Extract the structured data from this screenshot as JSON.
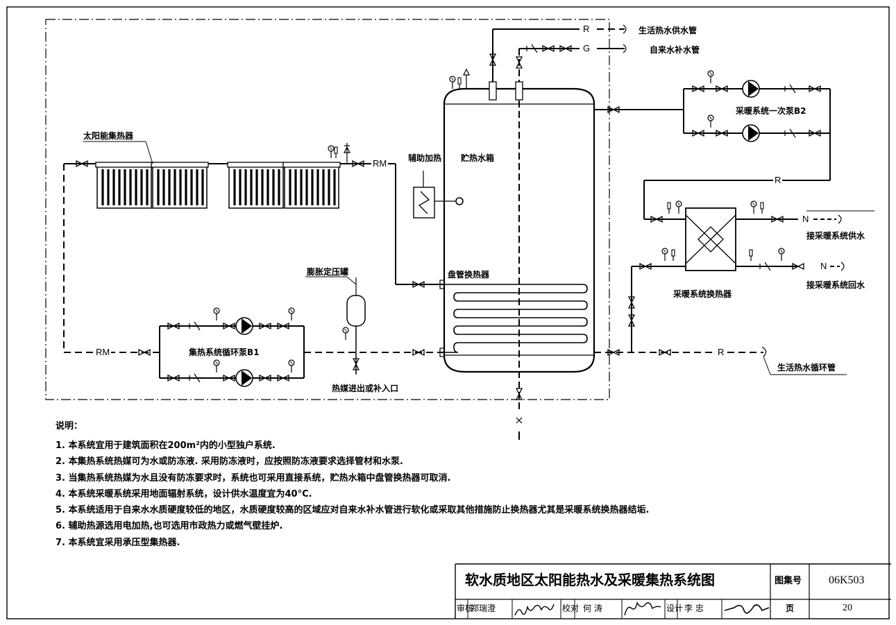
{
  "labels": {
    "solar_collector": "太阳能集热器",
    "aux_heating": "辅助加热",
    "storage_tank": "贮热水箱",
    "coil_exchanger": "盘管换热器",
    "expansion_tank": "膨胀定压罐",
    "collector_pump": "集热系统循环泵B1",
    "heat_medium_port": "热媒进出或补入口",
    "heating_primary_pump": "采暖系统一次泵B2",
    "heating_exchanger": "采暖系统换热器",
    "dhw_supply": "生活热水供水管",
    "tap_makeup": "自来水补水管",
    "heating_supply": "接采暖系统供水",
    "heating_return": "接采暖系统回水",
    "dhw_circ": "生活热水循环管"
  },
  "codes": {
    "rm": "RM",
    "r": "R",
    "g": "G",
    "n": "N"
  },
  "notes": {
    "title": "说明：",
    "items": [
      "1. 本系统宜用于建筑面积在200m²内的小型独户系统.",
      "2. 本集热系统热媒可为水或防冻液. 采用防冻液时，应按照防冻液要求选择管材和水泵.",
      "3. 当集热系统热媒为水且没有防冻要求时，系统也可采用直接系统，贮热水箱中盘管换热器可取消.",
      "4. 本系统采暖系统采用地面辐射系统，设计供水温度宜为40°C.",
      "5. 本系统适用于自来水水质硬度较低的地区，水质硬度较高的区域应对自来水补水管进行软化或采取其他措施防止换热器尤其是采暖系统换热器结垢.",
      "6. 辅助热源选用电加热,也可选用市政热力或燃气壁挂炉.",
      "7. 本系统宜采用承压型集热器."
    ]
  },
  "title_block": {
    "title": "软水质地区太阳能热水及采暖集热系统图",
    "atlas_label": "图集号",
    "atlas_no": "06K503",
    "review_label": "审核",
    "reviewer": "郑瑞澄",
    "check_label": "校对",
    "checker": "何 涛",
    "design_label": "设计",
    "designer": "李 忠",
    "page_label": "页",
    "page_no": "20"
  }
}
